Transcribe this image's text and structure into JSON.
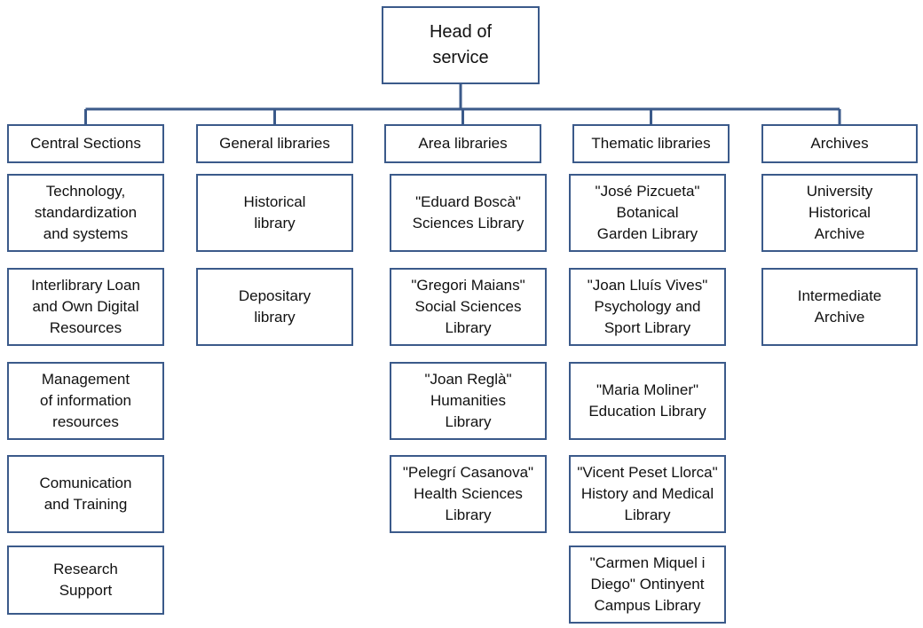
{
  "colors": {
    "border": "#3b5a8a",
    "connector": "#3b5a8a"
  },
  "root": {
    "label": "Head of\nservice"
  },
  "columns": [
    {
      "header": "Central Sections",
      "items": [
        "Technology,\nstandardization\nand systems",
        "Interlibrary Loan\nand Own Digital\nResources",
        "Management\nof information\nresources",
        "Comunication\nand Training",
        "Research\nSupport"
      ]
    },
    {
      "header": "General libraries",
      "items": [
        "Historical\nlibrary",
        "Depositary\nlibrary"
      ]
    },
    {
      "header": "Area libraries",
      "items": [
        "\"Eduard Boscà\"\nSciences Library",
        "\"Gregori Maians\"\nSocial Sciences\nLibrary",
        "\"Joan Reglà\"\nHumanities\nLibrary",
        "\"Pelegrí Casanova\"\nHealth Sciences\nLibrary"
      ]
    },
    {
      "header": "Thematic libraries",
      "items": [
        "\"José Pizcueta\"\nBotanical\nGarden Library",
        "\"Joan Lluís Vives\"\nPsychology and\nSport Library",
        "\"Maria Moliner\"\nEducation Library",
        "\"Vicent Peset Llorca\"\nHistory and Medical\nLibrary",
        "\"Carmen Miquel i\nDiego\" Ontinyent\nCampus Library"
      ]
    },
    {
      "header": "Archives",
      "items": [
        "University\nHistorical\nArchive",
        "Intermediate\nArchive"
      ]
    }
  ]
}
